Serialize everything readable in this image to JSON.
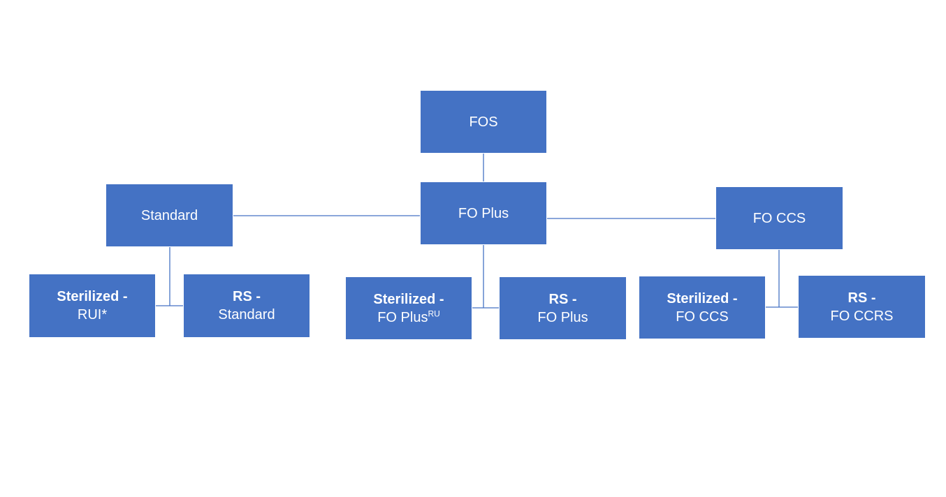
{
  "diagram": {
    "root": {
      "label": "FOS"
    },
    "level1": {
      "standard": {
        "label": "Standard"
      },
      "fo_plus": {
        "label": "FO Plus"
      },
      "fo_ccs": {
        "label": "FO CCS"
      }
    },
    "level2": {
      "sterilized_standard": {
        "bold": "Sterilized -",
        "sub": "RUI*"
      },
      "rs_standard": {
        "bold": "RS -",
        "sub": "Standard"
      },
      "sterilized_fo_plus": {
        "bold": "Sterilized -",
        "sub": "FO Plus",
        "sup": "RU"
      },
      "rs_fo_plus": {
        "bold": "RS -",
        "sub": "FO Plus"
      },
      "sterilized_fo_ccs": {
        "bold": "Sterilized -",
        "sub": "FO CCS"
      },
      "rs_fo_ccs": {
        "bold": "RS -",
        "sub": "FO CCRS"
      }
    },
    "colors": {
      "box_fill": "#4472c4",
      "connector": "#4472c4",
      "text": "#ffffff"
    }
  }
}
